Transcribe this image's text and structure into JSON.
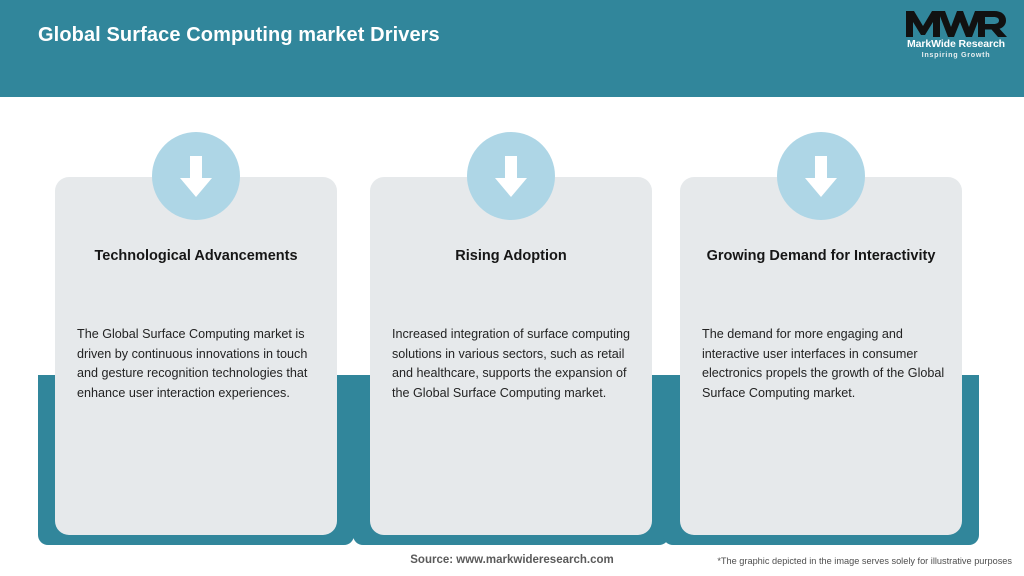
{
  "header": {
    "title": "Global Surface Computing market Drivers",
    "background_color": "#31869b",
    "title_color": "#ffffff"
  },
  "logo": {
    "mark": "MWR",
    "name": "MarkWide Research",
    "tagline": "Inspiring Growth"
  },
  "cards": [
    {
      "icon": "down-arrow-icon",
      "title": "Technological Advancements",
      "body": "The Global Surface Computing market is driven by continuous innovations in touch and gesture recognition technologies that enhance user interaction experiences."
    },
    {
      "icon": "down-arrow-icon",
      "title": "Rising Adoption",
      "body": "Increased integration of surface computing solutions in various sectors, such as retail and healthcare, supports the expansion of the Global Surface Computing market."
    },
    {
      "icon": "down-arrow-icon",
      "title": "Growing Demand for Interactivity",
      "body": "The demand for more engaging and interactive user interfaces in consumer electronics propels the growth of the Global Surface Computing market."
    }
  ],
  "footer": {
    "source": "Source: www.markwideresearch.com",
    "disclaimer": "*The graphic depicted in the image serves solely for illustrative purposes"
  },
  "colors": {
    "teal": "#31869b",
    "card_gray": "#e6e9eb",
    "icon_circle": "#aed6e6",
    "arrow": "#ffffff"
  }
}
